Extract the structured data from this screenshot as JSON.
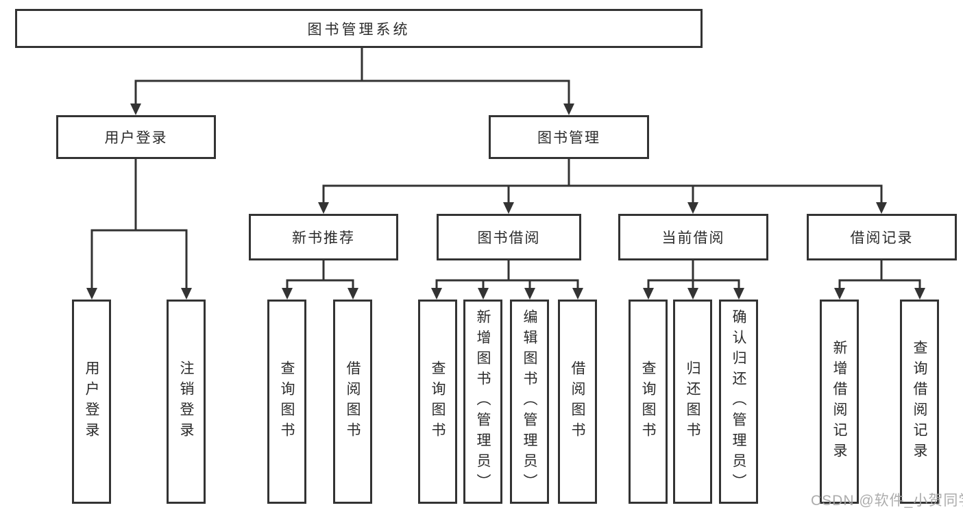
{
  "watermark": "CSDN @软件_小贺同学",
  "colors": {
    "line": "#333333",
    "text": "#2b2b2b",
    "background": "#ffffff",
    "watermark": "#a5a5a5"
  },
  "nodes": {
    "root": {
      "label": "图书管理系统"
    },
    "user_login": {
      "label": "用户登录"
    },
    "book_management": {
      "label": "图书管理"
    },
    "new_book_recommend": {
      "label": "新书推荐"
    },
    "book_borrow": {
      "label": "图书借阅"
    },
    "current_borrow": {
      "label": "当前借阅"
    },
    "borrow_records": {
      "label": "借阅记录"
    },
    "leaf_user_login": {
      "label": "用户登录"
    },
    "leaf_logout": {
      "label": "注销登录"
    },
    "leaf_query_books_1": {
      "label": "查询图书"
    },
    "leaf_borrow_books_1": {
      "label": "借阅图书"
    },
    "leaf_query_books_2": {
      "label": "查询图书"
    },
    "leaf_add_books_admin": {
      "label": "新增图书（管理员）"
    },
    "leaf_edit_books_admin": {
      "label": "编辑图书（管理员）"
    },
    "leaf_borrow_books_2": {
      "label": "借阅图书"
    },
    "leaf_query_books_3": {
      "label": "查询图书"
    },
    "leaf_return_books": {
      "label": "归还图书"
    },
    "leaf_confirm_return_admin": {
      "label": "确认归还（管理员）"
    },
    "leaf_add_borrow_record": {
      "label": "新增借阅记录"
    },
    "leaf_query_borrow_record": {
      "label": "查询借阅记录"
    }
  }
}
